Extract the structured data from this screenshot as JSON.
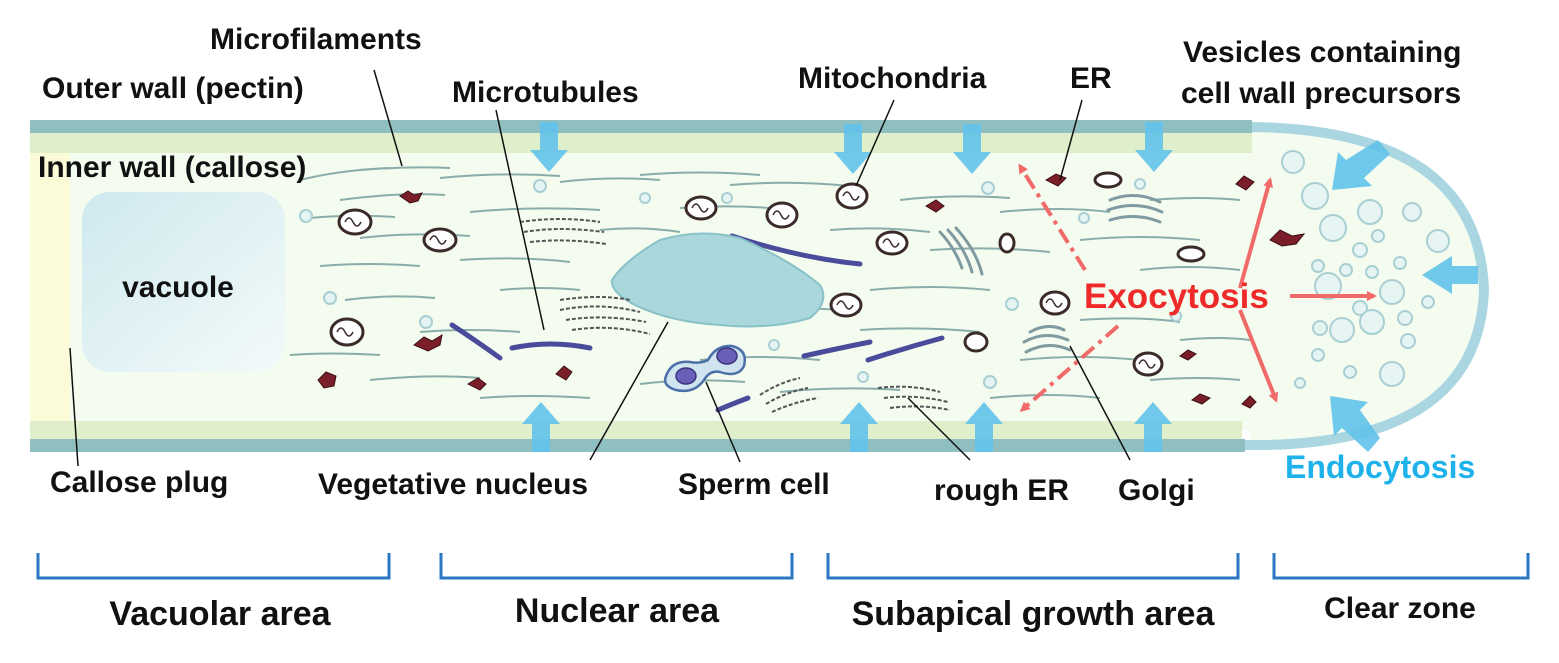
{
  "labels": {
    "microfilaments": "Microfilaments",
    "outer_wall": "Outer wall (pectin)",
    "inner_wall": "Inner wall (callose)",
    "microtubules": "Microtubules",
    "mitochondria": "Mitochondria",
    "er": "ER",
    "vesicles_line1": "Vesicles containing",
    "vesicles_line2": "cell wall precursors",
    "vacuole": "vacuole",
    "exocytosis": "Exocytosis",
    "endocytosis": "Endocytosis",
    "callose_plug": "Callose plug",
    "vegetative_nucleus": "Vegetative nucleus",
    "sperm_cell": "Sperm cell",
    "rough_er": "rough ER",
    "golgi": "Golgi"
  },
  "areas": {
    "vacuolar": "Vacuolar area",
    "nuclear": "Nuclear area",
    "subapical": "Subapical growth area",
    "clear_zone": "Clear zone"
  },
  "colors": {
    "outer_wall": "#8fbfc0",
    "inner_wall": "#dfeecb",
    "cytoplasm": "#f4fbef",
    "callose_plug": "#fbfbd8",
    "vacuole": "#d8eef0",
    "nucleus": "#a9d7dc",
    "microtubule": "#4b4b9b",
    "filament": "#8aadaa",
    "arrow_blue": "#62c2ea",
    "exocytosis_red": "#ee2a2a",
    "endocytosis_blue": "#1fb2ea",
    "bracket": "#2a78c4"
  }
}
